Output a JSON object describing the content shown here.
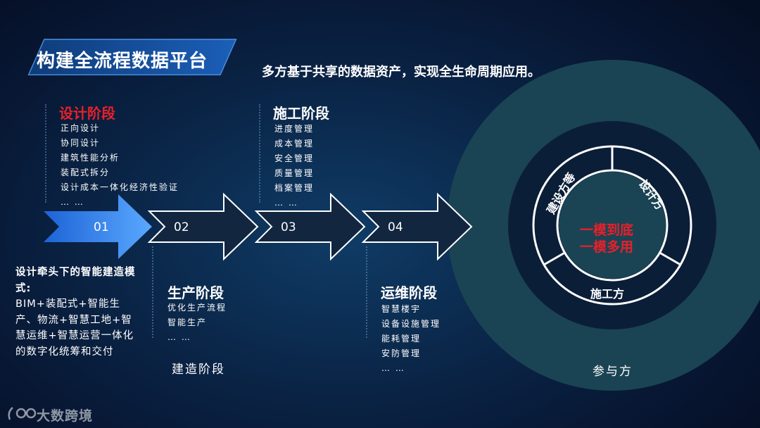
{
  "header": {
    "title": "构建全流程数据平台",
    "subtitle": "多方基于共享的数据资产，实现全生命周期应用。"
  },
  "stages": {
    "design": {
      "title": "设计阶段",
      "items": [
        "正向设计",
        "协同设计",
        "建筑性能分析",
        "装配式拆分",
        "设计成本一体化经济性验证",
        "… …"
      ]
    },
    "production": {
      "title": "生产阶段",
      "items": [
        "优化生产流程",
        "智能生产",
        "… …"
      ]
    },
    "construction": {
      "title": "施工阶段",
      "items": [
        "进度管理",
        "成本管理",
        "安全管理",
        "质量管理",
        "档案管理",
        "… …"
      ]
    },
    "operation": {
      "title": "运维阶段",
      "items": [
        "智慧楼宇",
        "设备设施管理",
        "能耗管理",
        "安防管理",
        "… …"
      ]
    }
  },
  "arrows": [
    "01",
    "02",
    "03",
    "04"
  ],
  "note": {
    "lead": "设计牵头下的智能建造模式:",
    "body": "BIM+装配式+智能生产、物流+智慧工地+智慧运维+智慧运营一体化的数字化统筹和交付"
  },
  "labels": {
    "build_stage": "建造阶段",
    "parties": "参与方"
  },
  "circle": {
    "segments": [
      "建设方等",
      "设计方",
      "施工方"
    ],
    "center_line1": "一模到底",
    "center_line2": "一模多用"
  },
  "watermark": {
    "text": "大数跨境"
  },
  "colors": {
    "accent_red": "#e8202a",
    "arrow_blue": "#3d8cf0",
    "ring": "#1b4a5e",
    "bg": "#0a2446"
  }
}
